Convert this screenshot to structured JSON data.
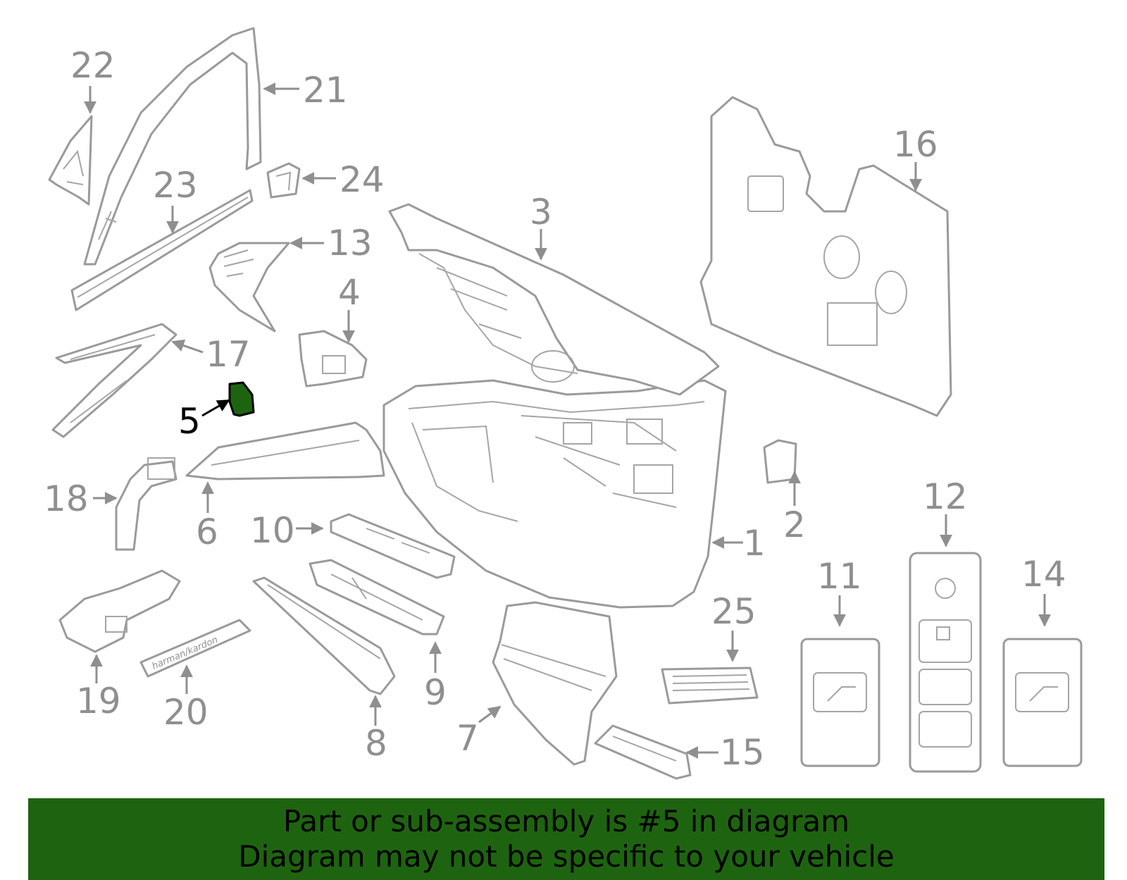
{
  "colors": {
    "part_stroke": "#9a9a9a",
    "highlight_fill": "#1e6410",
    "highlight_stroke": "#000000",
    "banner_bg": "#1e6410",
    "banner_text": "#000000"
  },
  "highlighted_part": "5",
  "callouts": [
    "1",
    "2",
    "3",
    "4",
    "5",
    "6",
    "7",
    "8",
    "9",
    "10",
    "11",
    "12",
    "13",
    "14",
    "15",
    "16",
    "17",
    "18",
    "19",
    "20",
    "21",
    "22",
    "23",
    "24",
    "25"
  ],
  "emblem_text": "harman/kardon",
  "banner": {
    "line1": "Part or sub-assembly is #5 in diagram",
    "line2": "Diagram may not be specific to your vehicle"
  }
}
